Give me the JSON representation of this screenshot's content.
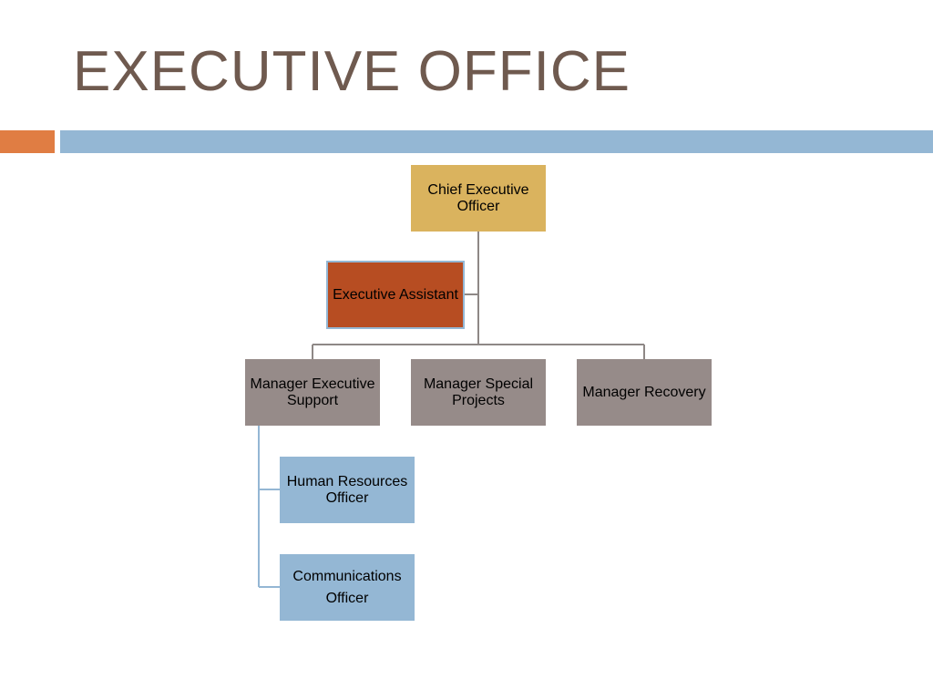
{
  "slide": {
    "title": "EXECUTIVE OFFICE"
  },
  "colors": {
    "title": "#6f5a4f",
    "accent_orange": "#e07d43",
    "accent_blue": "#94b7d4",
    "ceo": "#dab35e",
    "assistant": "#b74d22",
    "assistant_border": "#94b7d4",
    "manager": "#968b89",
    "officer": "#94b7d4",
    "connector": "#8e8886",
    "connector_blue": "#94b7d4"
  },
  "org_chart": {
    "ceo": {
      "label": "Chief Executive Officer"
    },
    "assistant": {
      "label": "Executive Assistant"
    },
    "managers": [
      {
        "label": "Manager Executive Support"
      },
      {
        "label": "Manager Special Projects"
      },
      {
        "label": "Manager Recovery"
      }
    ],
    "officers": [
      {
        "label": "Human Resources Officer"
      },
      {
        "label": "Communications Officer"
      }
    ]
  }
}
